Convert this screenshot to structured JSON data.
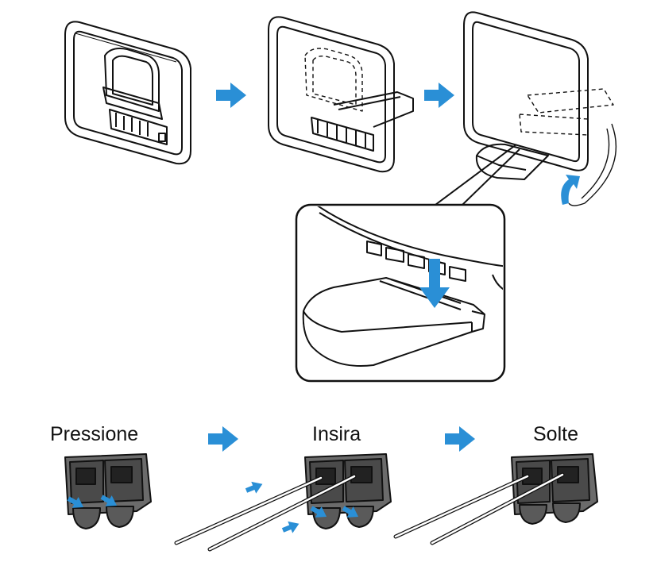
{
  "labels": {
    "step1": "Pressione",
    "step2": "Insira",
    "step3": "Solte"
  },
  "colors": {
    "arrow": "#2a8fd6",
    "outline": "#111111",
    "terminal_body": "#6b6b6b",
    "terminal_dark": "#4a4a4a",
    "background": "#ffffff"
  }
}
